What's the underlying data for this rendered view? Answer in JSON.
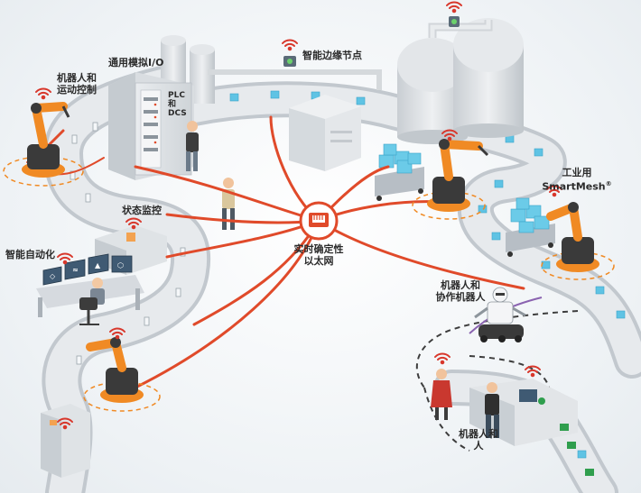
{
  "colors": {
    "network_line": "#e04a2a",
    "robot_orange": "#f08a24",
    "robot_dark": "#3a3a3a",
    "wifi_red": "#d8372b",
    "conveyor": "#cfd4d9",
    "box_blue": "#5fc3e4",
    "agv_path": "#6a4c8c"
  },
  "labels": {
    "general_io": "通用模拟I/O",
    "edge_node": "智能边缘节点",
    "robot_motion_1": "机器人和",
    "robot_motion_2": "运动控制",
    "plc_1": "PLC",
    "plc_2": "和",
    "plc_3": "DCS",
    "state_monitor": "状态监控",
    "smart_automation": "智能自动化",
    "ethernet_1": "实时确定性",
    "ethernet_2": "以太网",
    "industrial_1": "工业用",
    "industrial_2": "SmartMesh",
    "industrial_reg": "®",
    "cobot_1": "机器人和",
    "cobot_2": "协作机器人",
    "robot_human_1": "机器人和",
    "robot_human_2": "人"
  },
  "icons": {
    "hub": "ethernet-port-icon",
    "wireless": "wifi-icon"
  }
}
